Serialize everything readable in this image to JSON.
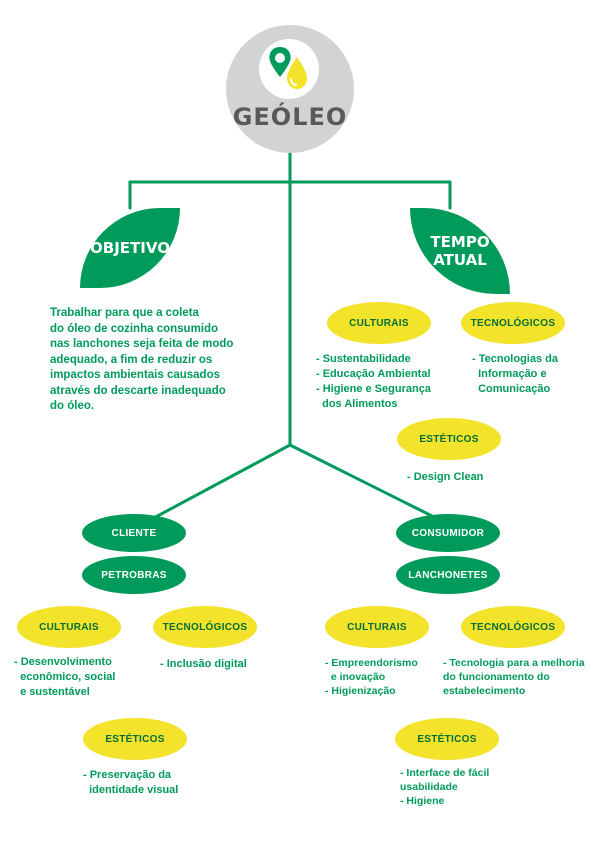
{
  "logo": {
    "name": "GEÓLEO",
    "icon": "map-pin-oil-drop-icon"
  },
  "colors": {
    "green": "#009a5a",
    "dark_green": "#006e3a",
    "yellow": "#f3e32a",
    "gray": "#d1d3d4",
    "logo_text": "#58595b"
  },
  "objetivo": {
    "title": "OBJETIVO",
    "text_lines": [
      "Trabalhar para que a coleta",
      "do óleo de cozinha consumido",
      "nas lanchones seja feita de modo",
      "adequado, a fim de reduzir os",
      "impactos ambientais causados",
      "através do descarte inadequado",
      "do óleo."
    ]
  },
  "tempo": {
    "title_line1": "TEMPO",
    "title_line2": "ATUAL",
    "culturais": {
      "label": "CULTURAIS",
      "lines": [
        "- Sustentabilidade",
        "- Educação Ambiental",
        "- Higiene e Segurança",
        "  dos Alimentos"
      ]
    },
    "tecnologicos": {
      "label": "TECNOLÓGICOS",
      "lines": [
        "- Tecnologias da",
        "  Informação e",
        "  Comunicação"
      ]
    },
    "esteticos": {
      "label": "ESTÉTICOS",
      "lines": [
        "- Design Clean"
      ]
    }
  },
  "cliente": {
    "label": "CLIENTE",
    "sub_label": "PETROBRAS",
    "culturais": {
      "label": "CULTURAIS",
      "lines": [
        "- Desenvolvimento",
        "  econômico, social",
        "  e sustentável"
      ]
    },
    "tecnologicos": {
      "label": "TECNOLÓGICOS",
      "lines": [
        "- Inclusão digital"
      ]
    },
    "esteticos": {
      "label": "ESTÉTICOS",
      "lines": [
        "- Preservação da",
        "  identidade visual"
      ]
    }
  },
  "consumidor": {
    "label": "CONSUMIDOR",
    "sub_label": "LANCHONETES",
    "culturais": {
      "label": "CULTURAIS",
      "lines": [
        "- Empreendorismo",
        "  e inovação",
        "- Higienização"
      ]
    },
    "tecnologicos": {
      "label": "TECNOLÓGICOS",
      "lines": [
        "- Tecnologia para a melhoria",
        "do funcionamento do",
        "estabelecimento"
      ]
    },
    "esteticos": {
      "label": "ESTÉTICOS",
      "lines": [
        "- Interface de fácil",
        "usabilidade",
        "- Higiene"
      ]
    }
  }
}
